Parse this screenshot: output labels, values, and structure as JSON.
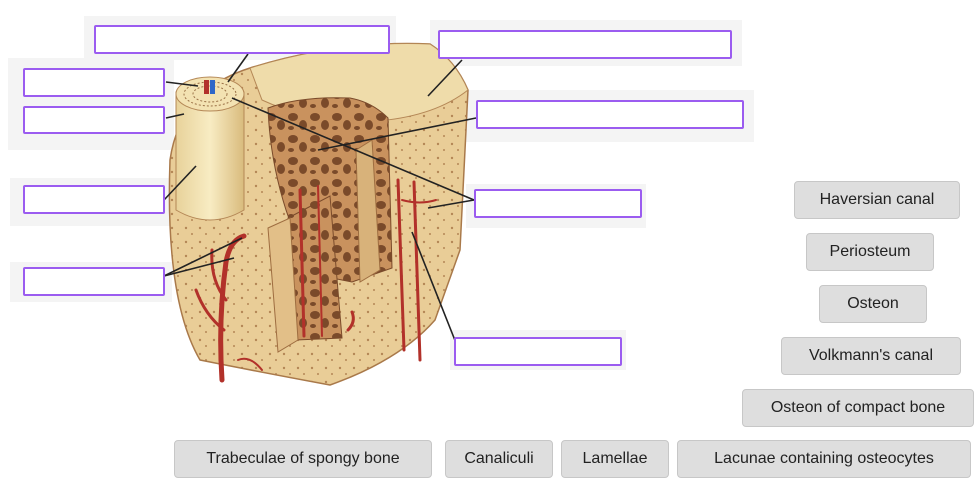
{
  "colors": {
    "drop_zone_border": "#9b5cf0",
    "chip_background": "#dedede",
    "bone_compact": "#e8c98f",
    "bone_dark": "#b98a57",
    "blood_vessel": "#b2312a",
    "vein": "#2f67c8"
  },
  "drop_zones": [
    {
      "id": "top-left-wide"
    },
    {
      "id": "top-right"
    },
    {
      "id": "left-1"
    },
    {
      "id": "left-2"
    },
    {
      "id": "right-middle"
    },
    {
      "id": "left-3"
    },
    {
      "id": "right-2"
    },
    {
      "id": "left-4"
    },
    {
      "id": "right-bottom"
    }
  ],
  "word_bank": [
    "Haversian canal",
    "Periosteum",
    "Osteon",
    "Volkmann's canal",
    "Osteon of compact bone",
    "Trabeculae of spongy bone",
    "Canaliculi",
    "Lamellae",
    "Lacunae containing osteocytes"
  ]
}
